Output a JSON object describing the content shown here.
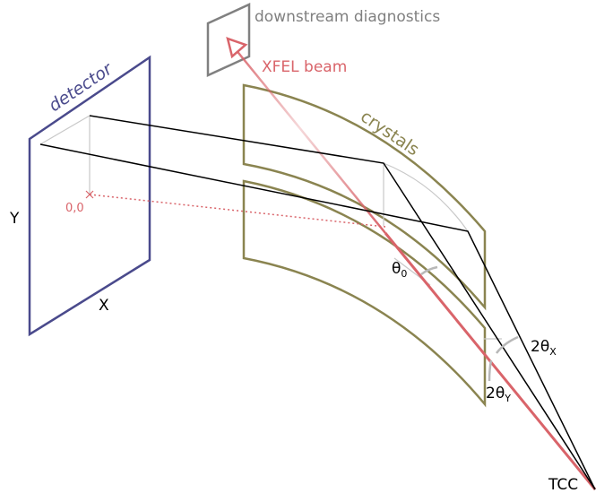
{
  "colors": {
    "beam": "#d9646a",
    "detector": "#4a4a8c",
    "crystal": "#8a8450",
    "ray": "#000000",
    "guide": "#c8c8c8",
    "diagnostics": "#808080",
    "text": "#000000"
  },
  "labels": {
    "downstream": "downstream diagnostics",
    "beam": "XFEL beam",
    "detector": "detector",
    "crystals": "crystals",
    "axis_y": "Y",
    "axis_x": "X",
    "origin": "0,0",
    "theta0": {
      "main": "θ",
      "sub": "0"
    },
    "two_theta_x": {
      "main": "2θ",
      "sub": "X"
    },
    "two_theta_y": {
      "main": "2θ",
      "sub": "Y"
    },
    "tcc": "TCC"
  }
}
